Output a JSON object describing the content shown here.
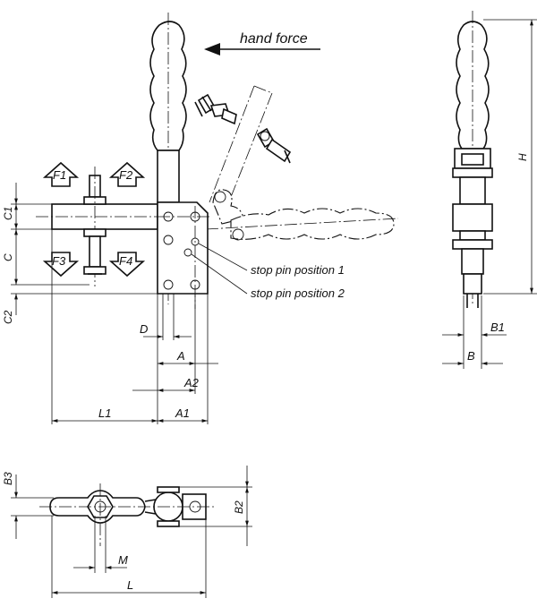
{
  "labels": {
    "hand_force": "hand force",
    "stop_pin_1": "stop pin position 1",
    "stop_pin_2": "stop pin position 2"
  },
  "forces": [
    "F1",
    "F2",
    "F3",
    "F4"
  ],
  "dimensions": {
    "c1": "C1",
    "c": "C",
    "c2": "C2",
    "d": "D",
    "a": "A",
    "a2": "A2",
    "l1": "L1",
    "a1": "A1",
    "h": "H",
    "b1": "B1",
    "b": "B",
    "b3": "B3",
    "b2": "B2",
    "m": "M",
    "l": "L"
  }
}
